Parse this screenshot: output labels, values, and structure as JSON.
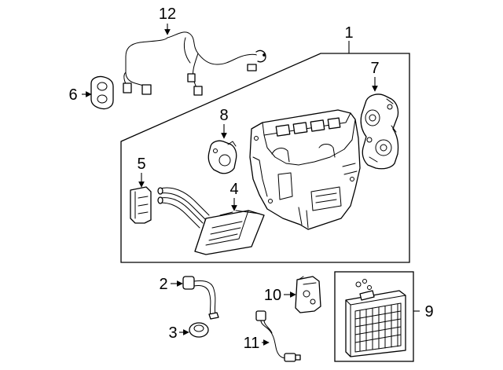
{
  "diagram": {
    "callouts": [
      {
        "id": "c1",
        "text": "1"
      },
      {
        "id": "c2",
        "text": "2"
      },
      {
        "id": "c3",
        "text": "3"
      },
      {
        "id": "c4",
        "text": "4"
      },
      {
        "id": "c5",
        "text": "5"
      },
      {
        "id": "c6",
        "text": "6"
      },
      {
        "id": "c7",
        "text": "7"
      },
      {
        "id": "c8",
        "text": "8"
      },
      {
        "id": "c9",
        "text": "9"
      },
      {
        "id": "c10",
        "text": "10"
      },
      {
        "id": "c11",
        "text": "11"
      },
      {
        "id": "c12",
        "text": "12"
      }
    ],
    "colors": {
      "ink": "#000000",
      "paper": "#ffffff"
    }
  }
}
